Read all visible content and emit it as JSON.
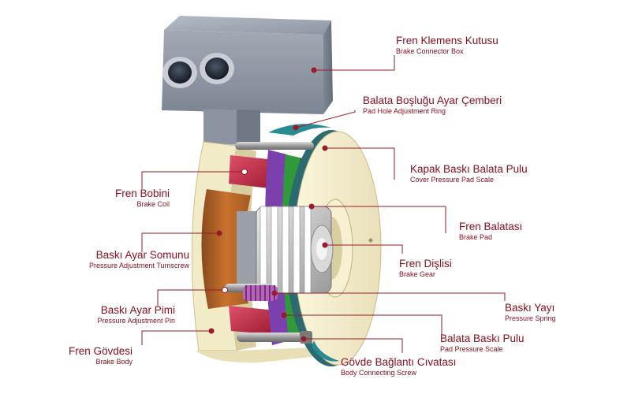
{
  "colors": {
    "label": "#8a1020",
    "leader": "#9a1a2a",
    "dot": "#9a1a2a"
  },
  "labels": {
    "connector_box": {
      "tr": "Fren Klemens Kutusu",
      "en": "Brake Connector Box"
    },
    "pad_hole_ring": {
      "tr": "Balata Boşluğu Ayar Çemberi",
      "en": "Pad Hole Adjustment Ring"
    },
    "cover_pressure": {
      "tr": "Kapak Baskı Balata Pulu",
      "en": "Cover Pressure Pad Scale"
    },
    "brake_coil": {
      "tr": "Fren Bobini",
      "en": "Brake Coil"
    },
    "brake_pad": {
      "tr": "Fren Balatası",
      "en": "Brake Pad"
    },
    "turnscrew": {
      "tr": "Baskı Ayar Somunu",
      "en": "Pressure Adjustment Turnscrew"
    },
    "brake_gear": {
      "tr": "Fren Dişlisi",
      "en": "Brake Gear"
    },
    "adjust_pin": {
      "tr": "Baskı Ayar Pimi",
      "en": "Pressure Adjustment Pin"
    },
    "pressure_spring": {
      "tr": "Baskı Yayı",
      "en": "Pressure Spring"
    },
    "pad_pressure": {
      "tr": "Balata Baskı Pulu",
      "en": "Pad Pressure Scale"
    },
    "brake_body": {
      "tr": "Fren Gövdesi",
      "en": "Brake Body"
    },
    "body_screw": {
      "tr": "Gövde Bağlantı Cıvatası",
      "en": "Body Connecting Screw"
    }
  }
}
